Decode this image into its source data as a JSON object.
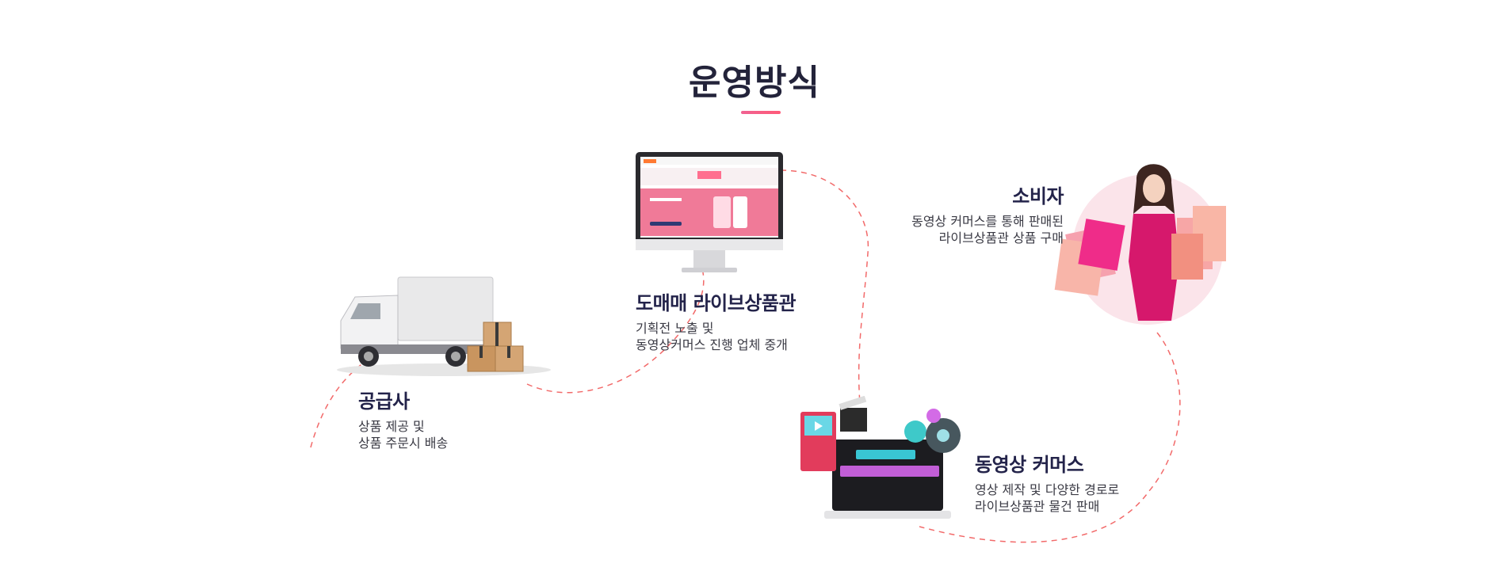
{
  "title": "운영방식",
  "nodes": {
    "supplier": {
      "heading": "공급사",
      "lines": [
        "상품 제공 및",
        "상품 주문시 배송"
      ]
    },
    "wholesale": {
      "heading": "도매매 라이브상품관",
      "lines": [
        "기획전 노출 및",
        "동영상커머스 진행 업체 중개"
      ]
    },
    "consumer": {
      "heading": "소비자",
      "lines": [
        "동영상 커머스를 통해 판매된",
        "라이브상품관 상품 구매"
      ]
    },
    "commerce": {
      "heading": "동영상 커머스",
      "lines": [
        "영상 제작 및 다양한 경로로",
        "라이브상품관 물건 판매"
      ]
    }
  },
  "colors": {
    "accent": "#f06292",
    "path": "#f26a6a",
    "heading": "#23234a"
  }
}
